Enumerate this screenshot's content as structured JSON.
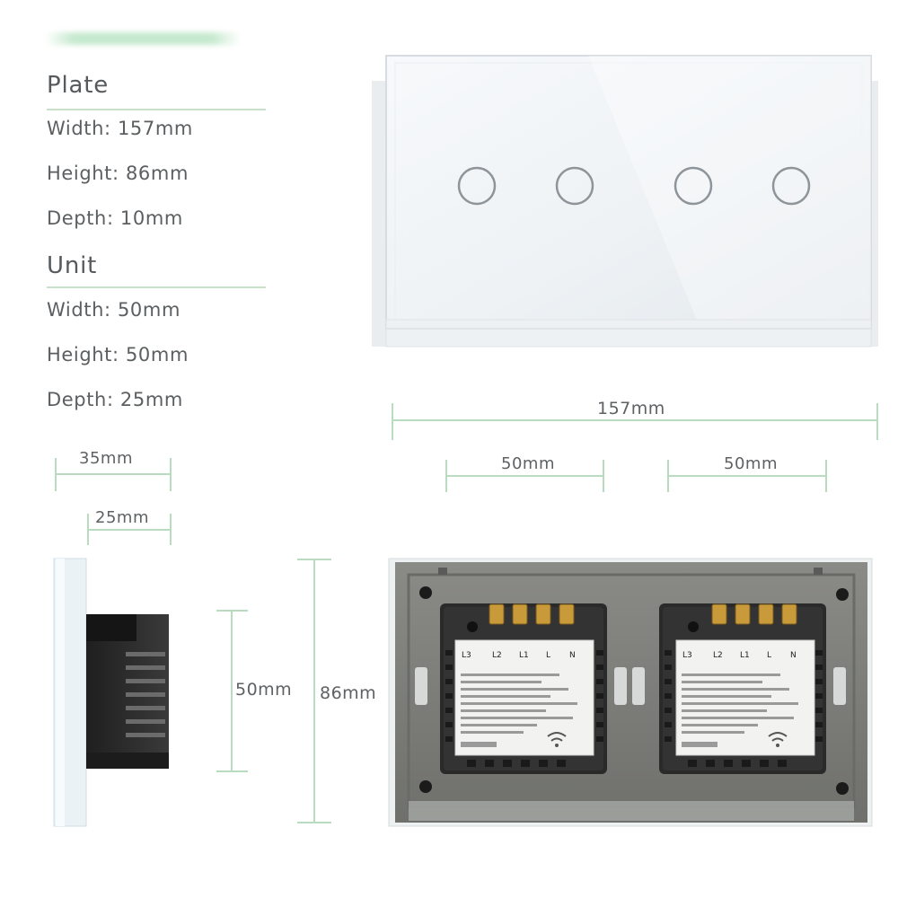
{
  "plate": {
    "heading": "Plate",
    "width": "Width: 157mm",
    "height": "Height: 86mm",
    "depth": "Depth: 10mm"
  },
  "unit": {
    "heading": "Unit",
    "width": "Width: 50mm",
    "height": "Height: 50mm",
    "depth": "Depth: 25mm"
  },
  "dimensions": {
    "side_total_depth": "35mm",
    "side_unit_depth": "25mm",
    "plate_width": "157mm",
    "unit_width_left": "50mm",
    "unit_width_right": "50mm",
    "unit_height": "50mm",
    "plate_height": "86mm"
  },
  "module_label": {
    "terminals": [
      "L3",
      "L2",
      "L1",
      "L",
      "N"
    ]
  },
  "colors": {
    "dimension_line": "#b9dcc0",
    "glass_panel": "#f4f7f9",
    "back_frame": "#7f807c",
    "module_body": "#2b2b2b",
    "terminal_brass": "#c99a3a"
  }
}
